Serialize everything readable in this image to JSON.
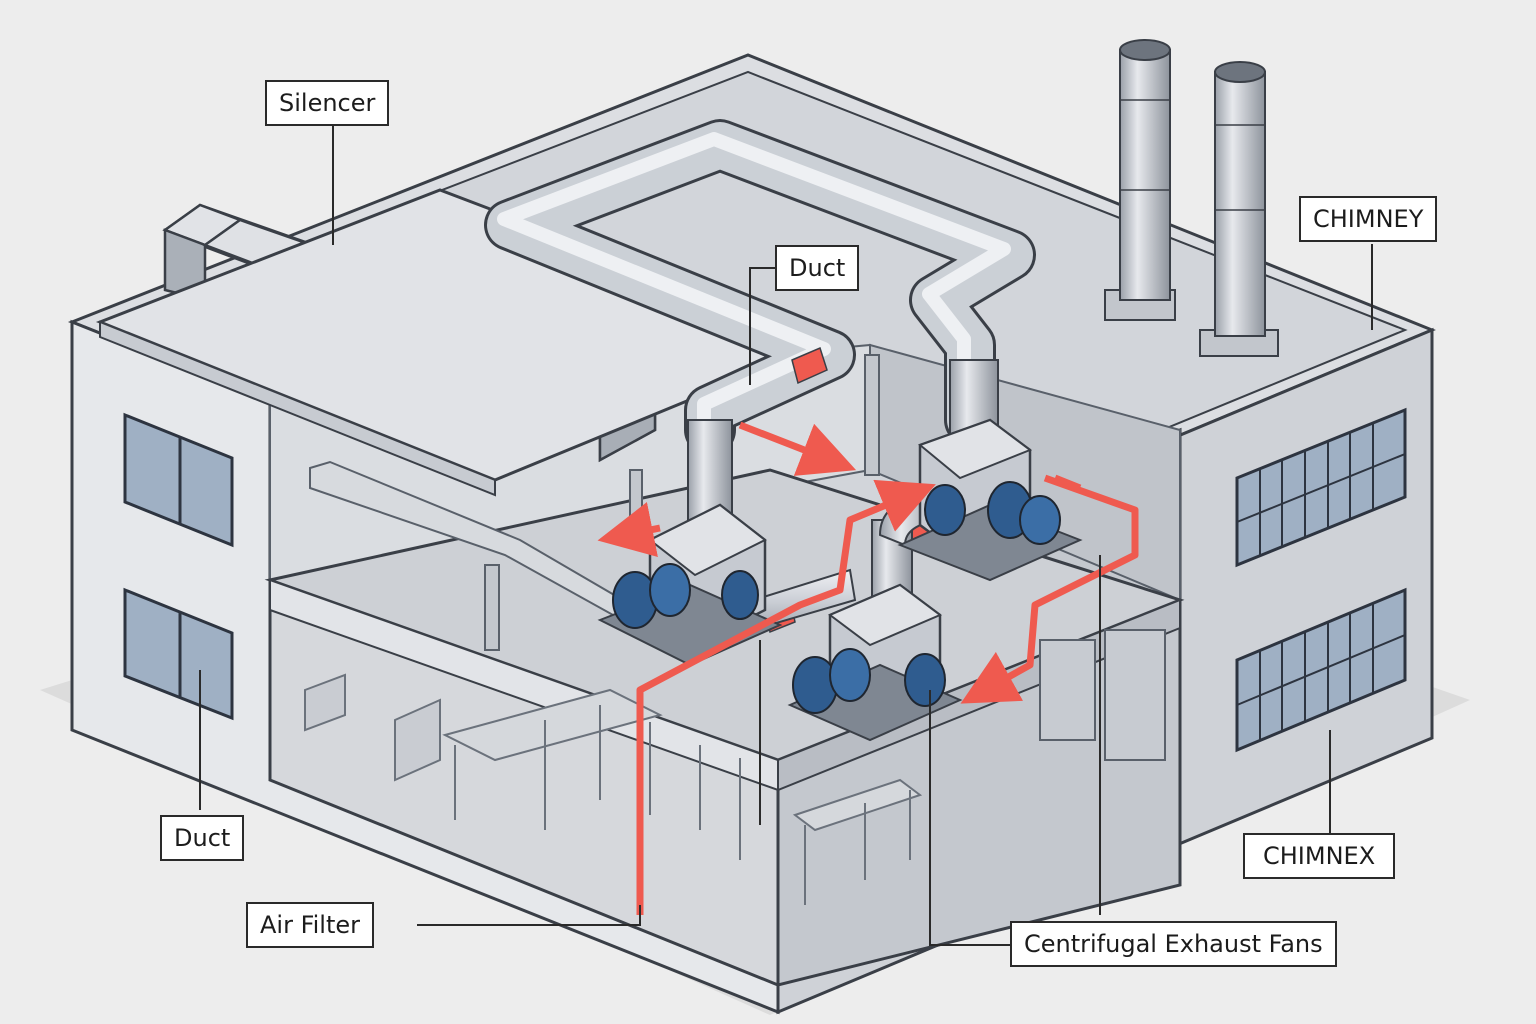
{
  "labels": {
    "silencer": "Silencer",
    "duct_top": "Duct",
    "chimney_top": "CHIMNEY",
    "duct_left": "Duct",
    "chimney_bottom": "CHIMNEX",
    "air_filter": "Air Filter",
    "fans": "Centrifugal Exhaust Fans"
  },
  "colors": {
    "background": "#ededed",
    "wall_light": "#e4e6ea",
    "wall_shade": "#c9ccd2",
    "outline": "#3a3f47",
    "duct_metal": "#c8ccd3",
    "window_glass": "#9fb0c4",
    "motor_blue": "#2f5c8f",
    "airflow_red": "#ef5a4f"
  }
}
